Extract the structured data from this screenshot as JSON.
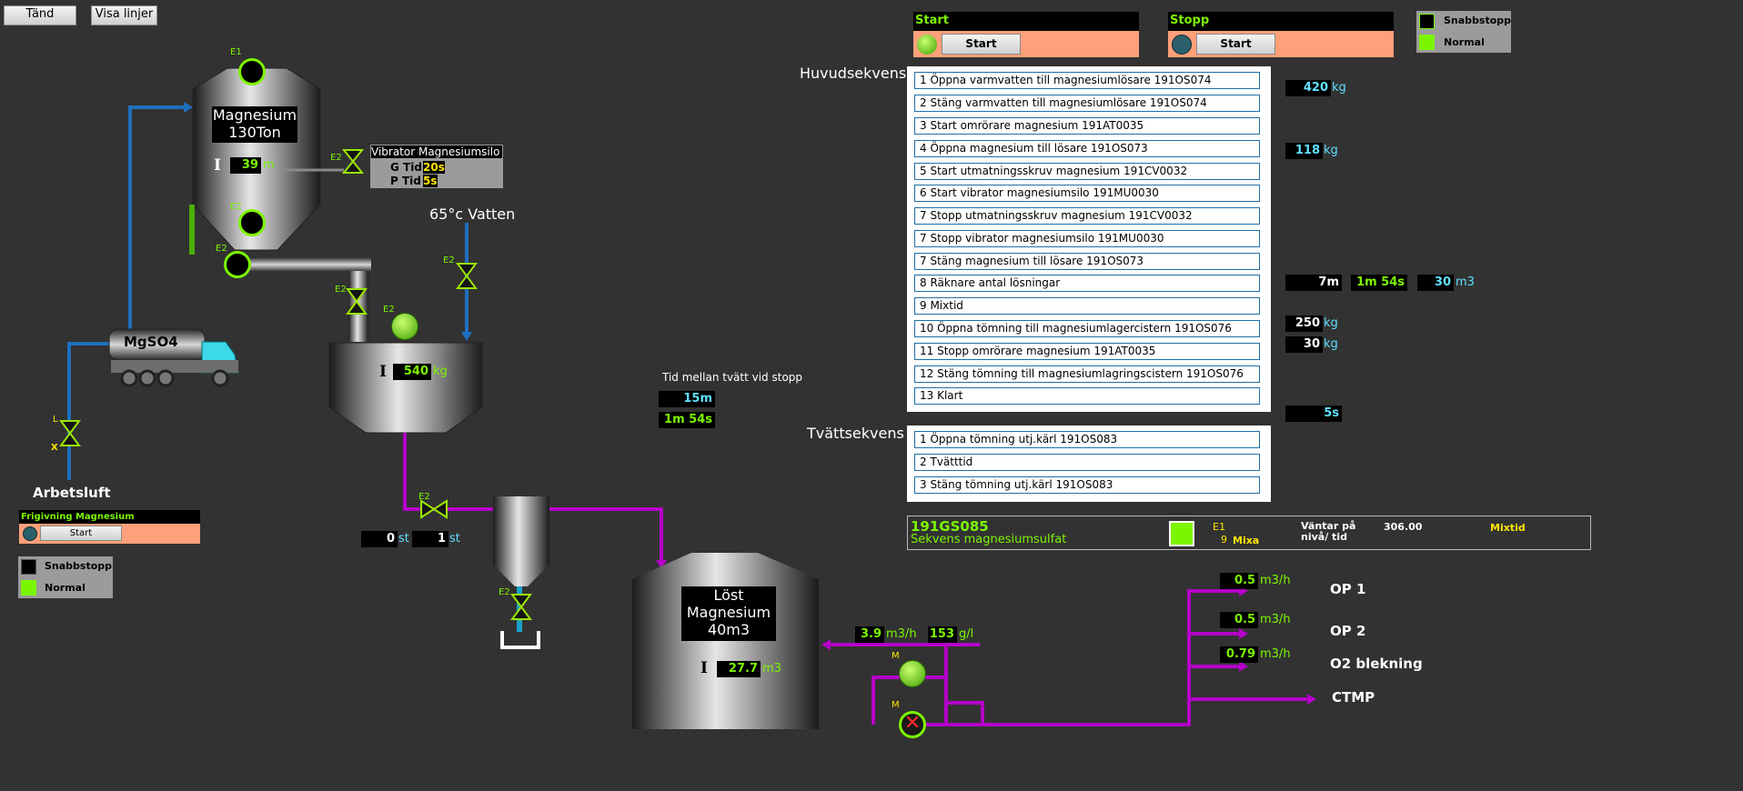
{
  "top_buttons": {
    "tand": "Tänd",
    "visa_linjer": "Visa linjer"
  },
  "start_panel": {
    "title": "Start",
    "button": "Start"
  },
  "stopp_panel": {
    "title": "Stopp",
    "button": "Start"
  },
  "legend_top": {
    "snabbstopp": "Snabbstopp",
    "normal": "Normal"
  },
  "legend_bottom": {
    "snabbstopp": "Snabbstopp",
    "normal": "Normal"
  },
  "silo": {
    "title_line1": "Magnesium",
    "title_line2": "130Ton",
    "level_value": "39",
    "level_unit": "m",
    "tag_top": "E1",
    "tag_mid": "E2",
    "tag_bottom": "E2"
  },
  "vibrator": {
    "title": "Vibrator Magnesiumsilo",
    "g_label": "G Tid",
    "g_value": "20s",
    "p_label": "P Tid",
    "p_value": "5s",
    "valve_tag": "E2"
  },
  "water": {
    "label": "65°c Vatten",
    "valve_tag": "E2"
  },
  "truck": {
    "label": "MgSO4"
  },
  "air": {
    "label": "Arbetsluft",
    "tag_l": "L",
    "tag_x": "X"
  },
  "frigivning": {
    "title": "Frigivning Magnesium",
    "button": "Start"
  },
  "dissolver": {
    "value": "540",
    "unit": "kg",
    "motor_tag": "E2",
    "inlet_valve_tag": "E2"
  },
  "counters": {
    "left_value": "0",
    "left_unit": "st",
    "right_value": "1",
    "right_unit": "st",
    "valve_tag": "E2"
  },
  "filter": {
    "valve_tag": "E2"
  },
  "wash_time": {
    "label": "Tid mellan tvätt vid stopp",
    "value1": "15m",
    "value2": "1m 54s"
  },
  "tank": {
    "title_line1": "Löst",
    "title_line2": "Magnesium",
    "title_line3": "40m3",
    "level_value": "27.7",
    "level_unit": "m3",
    "flow_value": "3.9",
    "flow_unit": "m3/h",
    "conc_value": "153",
    "conc_unit": "g/l",
    "pump_tag": "M",
    "pump2_tag": "M"
  },
  "outputs": [
    {
      "value": "0.5",
      "unit": "m3/h",
      "label": "OP 1"
    },
    {
      "value": "0.5",
      "unit": "m3/h",
      "label": "OP 2"
    },
    {
      "value": "0.79",
      "unit": "m3/h",
      "label": "O2 blekning"
    },
    {
      "value": "",
      "unit": "",
      "label": "CTMP"
    }
  ],
  "huvudsekvens": {
    "label": "Huvudsekvens",
    "steps": [
      "1 Öppna varmvatten till magnesiumlösare 191OS074",
      "2 Stäng varmvatten till magnesiumlösare 191OS074",
      "3 Start omrörare magnesium 191AT0035",
      "4 Öppna magnesium till lösare 191OS073",
      "5 Start utmatningsskruv magnesium 191CV0032",
      "6 Start vibrator magnesiumsilo 191MU0030",
      "7 Stopp utmatningsskruv magnesium 191CV0032",
      "7 Stopp vibrator magnesiumsilo 191MU0030",
      "7 Stäng magnesium till lösare 191OS073",
      "8 Räknare antal lösningar",
      "9 Mixtid",
      "10 Öppna tömning till magnesiumlagercistern 191OS076",
      "11 Stopp omrörare magnesium 191AT0035",
      "12 Stäng tömning till magnesiumlagringscistern 191OS076",
      "13 Klart"
    ]
  },
  "tvattsekvens": {
    "label": "Tvättsekvens",
    "steps": [
      "1 Öppna tömning utj.kärl 191OS083",
      "2 Tvätttid",
      "3 Stäng tömning utj.kärl 191OS083"
    ]
  },
  "seq_values": {
    "v1": "420",
    "v1_unit": "kg",
    "v4": "118",
    "v4_unit": "kg",
    "v8a": "7m",
    "v8b": "1m 54s",
    "v8c": "30",
    "v8c_unit": "m3",
    "v10": "250",
    "v10_unit": "kg",
    "v11": "30",
    "v11_unit": "kg",
    "v13": "5s"
  },
  "status": {
    "tag": "191GS085",
    "desc": "Sekvens magnesiumsulfat",
    "e1_label": "E1",
    "step_no": "9",
    "step_name": "Mixa",
    "wait_label": "Väntar på nivå/ tid",
    "wait_value": "306.00",
    "mode": "Mixtid"
  },
  "colors": {
    "background": "#323232",
    "pipe_blue": "#1f6fbf",
    "pipe_magenta": "#b400c8",
    "led_green": "#7cf500",
    "panel_orange": "#ffa07a"
  }
}
